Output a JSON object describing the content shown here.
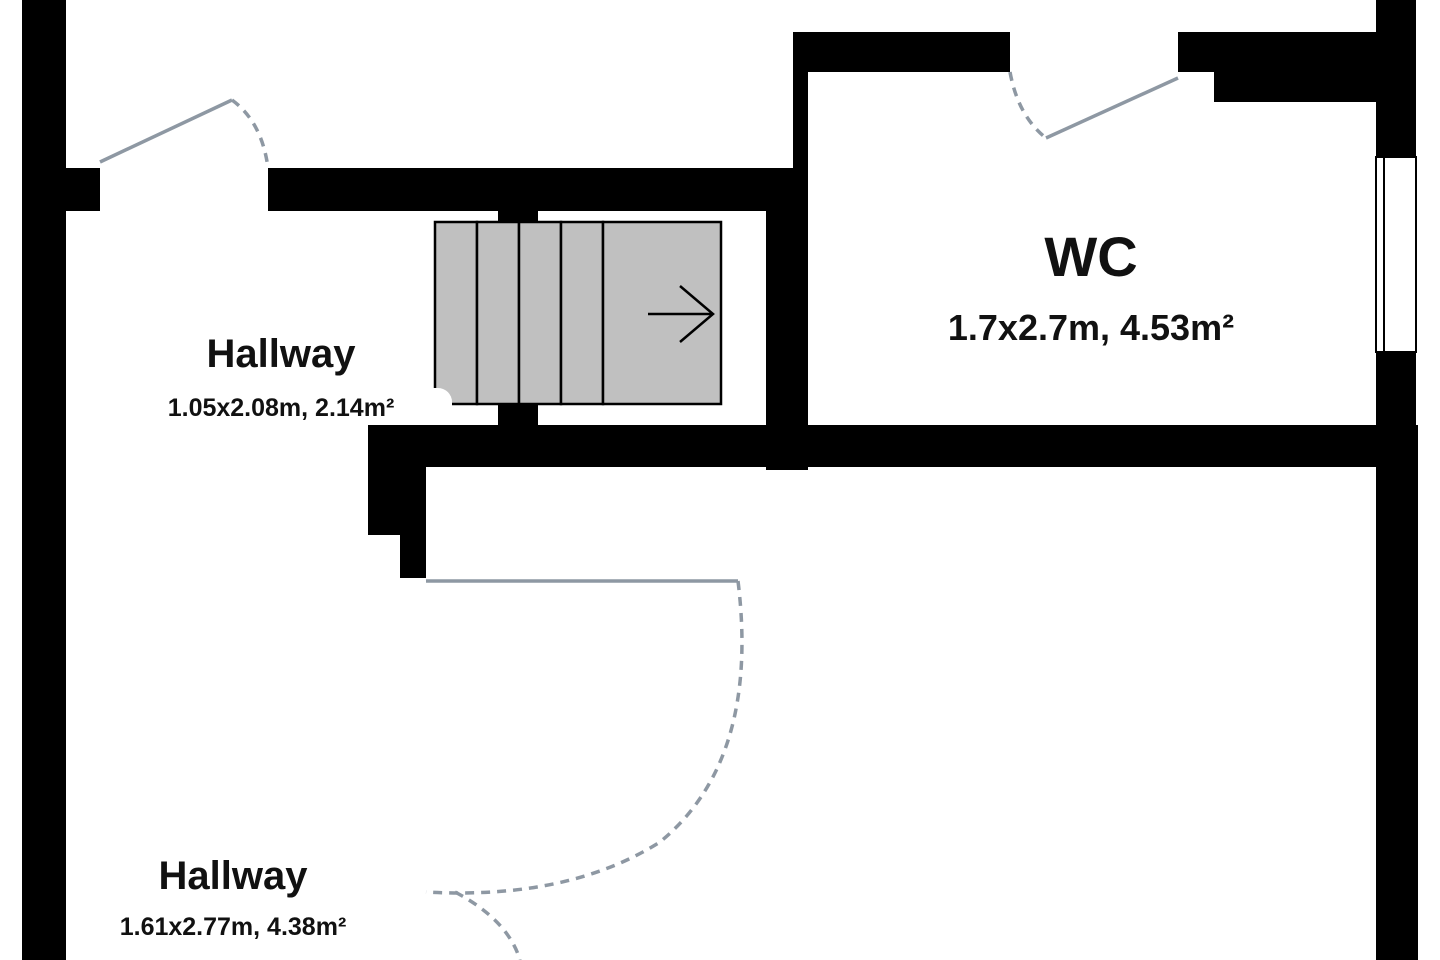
{
  "rooms": [
    {
      "id": "hallway_upper",
      "name": "Hallway",
      "dimensions": "1.05x2.08m, 2.14m²"
    },
    {
      "id": "wc",
      "name": "WC",
      "dimensions": "1.7x2.7m, 4.53m²"
    },
    {
      "id": "hallway_lower",
      "name": "Hallway",
      "dimensions": "1.61x2.77m, 4.38m²"
    }
  ],
  "stairs": {
    "tread_count": 5,
    "direction": "right"
  },
  "colors": {
    "wall": "#000000",
    "stair_fill": "#c0c0c0",
    "door": "#8e98a3",
    "background": "#ffffff"
  }
}
